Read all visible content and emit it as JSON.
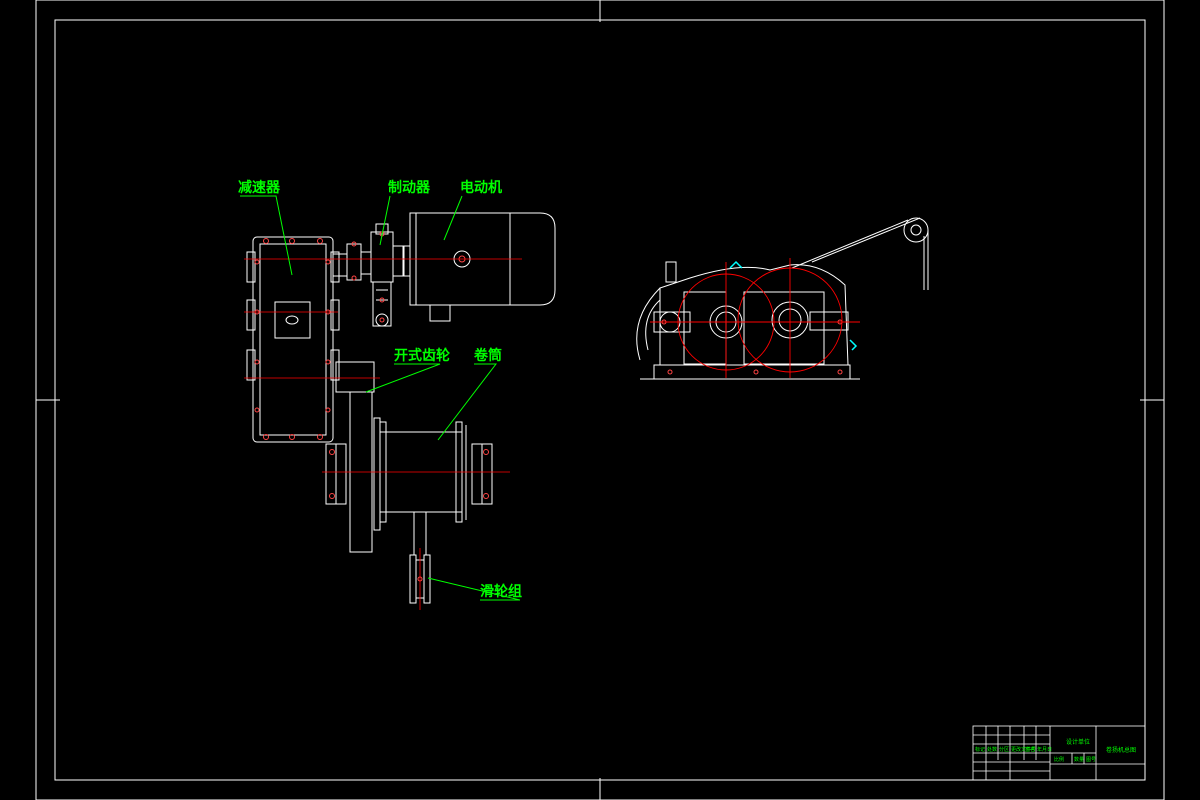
{
  "labels": {
    "reducer": "减速器",
    "brake": "制动器",
    "motor": "电动机",
    "open_gear": "开式齿轮",
    "drum": "卷筒",
    "pulley": "滑轮组"
  },
  "title_block": {
    "unit_name": "设计单位",
    "drawing_name": "卷扬机总图",
    "scale_cells": [
      "比例",
      "数量",
      "图号"
    ],
    "sign_cells": [
      "标记",
      "处数",
      "分区",
      "更改文件号",
      "签名",
      "年月日"
    ]
  },
  "colors": {
    "background": "#000000",
    "line": "#ffffff",
    "label": "#00ff00",
    "centerline": "#ff0000",
    "accent": "#00ffff"
  }
}
